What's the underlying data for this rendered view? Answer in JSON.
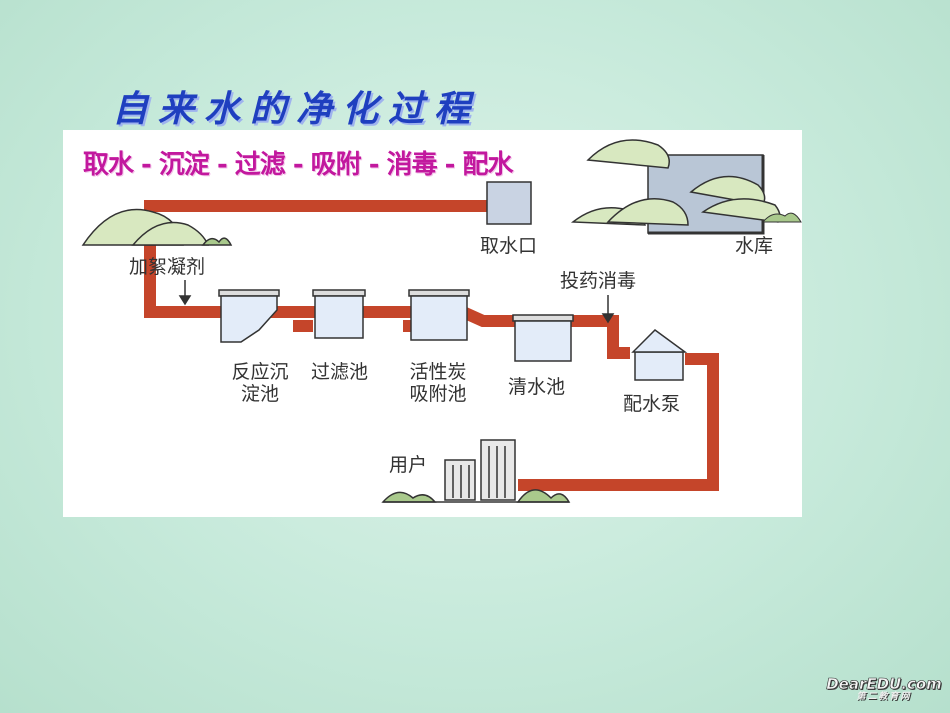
{
  "title": "自来水的净化过程",
  "process_steps": "取水 - 沉淀 - 过滤 - 吸附 - 消毒 - 配水",
  "labels": {
    "intake": "取水口",
    "reservoir": "水库",
    "coagulant": "加絮凝剂",
    "disinfect": "投药消毒",
    "sedimentation": "反应沉淀池",
    "filter": "过滤池",
    "carbon": "活性炭吸附池",
    "clear": "清水池",
    "pump": "配水泵",
    "user": "用户"
  },
  "watermark": {
    "brand": "DearEDU.com",
    "sub": "第二教育网"
  },
  "colors": {
    "pipe": "#c5452a",
    "tank": "#e3ecf9",
    "hill": "#d8e8c0",
    "title": "#1f3fbf",
    "steps": "#c2189e"
  }
}
